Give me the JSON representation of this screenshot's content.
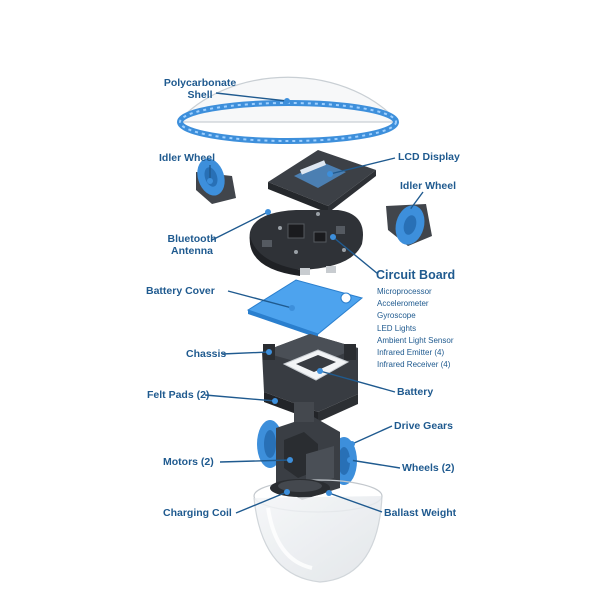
{
  "colors": {
    "accent": "#3d8fdb",
    "label": "#1f5a8f",
    "dark": "#35393f"
  },
  "labels": {
    "shell": [
      "Polycarbonate",
      "Shell"
    ],
    "idler_left": "Idler Wheel",
    "lcd": "LCD Display",
    "idler_right": "Idler Wheel",
    "bluetooth": [
      "Bluetooth",
      "Antenna"
    ],
    "circuit": "Circuit Board",
    "circuit_items": [
      "Microprocessor",
      "Accelerometer",
      "Gyroscope",
      "LED Lights",
      "Ambient Light Sensor",
      "Infrared Emitter (4)",
      "Infrared Receiver (4)"
    ],
    "battery_cover": "Battery Cover",
    "chassis": "Chassis",
    "battery": "Battery",
    "felt": "Felt Pads (2)",
    "drive": "Drive Gears",
    "motors": "Motors (2)",
    "wheels": "Wheels (2)",
    "charging": "Charging Coil",
    "ballast": "Ballast Weight"
  }
}
